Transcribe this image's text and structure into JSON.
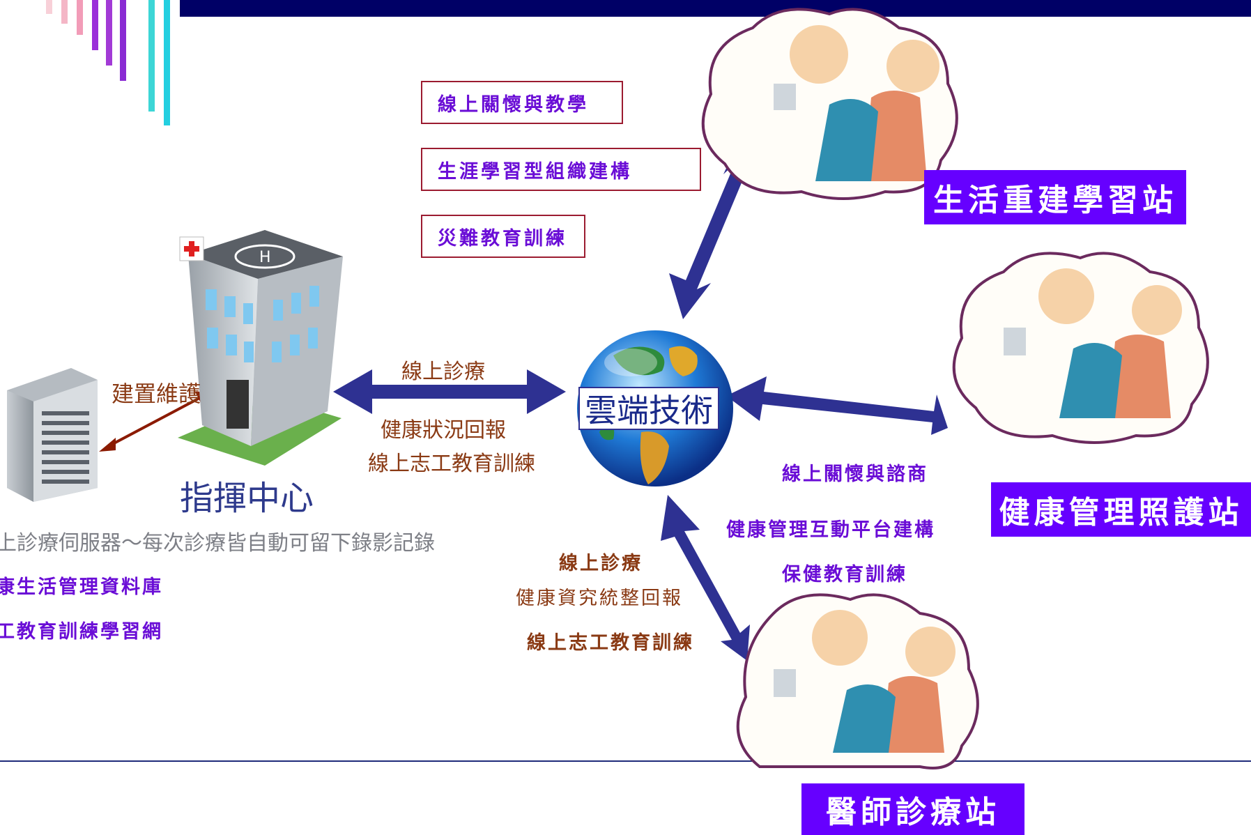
{
  "header": {
    "accent": "#000066"
  },
  "activities_top": [
    "線上關懷與教學",
    "生涯學習型組織建構",
    "災難教育訓練"
  ],
  "stations": {
    "top": "生活重建學習站",
    "right": "健康管理照護站",
    "bottom": "醫師診療站"
  },
  "center": {
    "cloud_label": "雲端技術",
    "command_center": "指揮中心"
  },
  "links": {
    "server_link": "建置維護",
    "left_top": "線上診療",
    "left_bottom_1": "健康狀況回報",
    "left_bottom_2": "線上志工教育訓練",
    "right_1": "線上關懷與諮商",
    "right_2": "健康管理互動平台建構",
    "right_3": "保健教育訓練",
    "bottom_1": "線上診療",
    "bottom_2": "健康資究統整回報",
    "bottom_3": "線上志工教育訓練"
  },
  "server_notes": {
    "line1": "上診療伺服器～每次診療皆自動可留下錄影記錄",
    "line2": "康生活管理資料庫",
    "line3": "工教育訓練學習網"
  },
  "colors": {
    "box_border": "#9b1b30",
    "station_bg": "#6600ff",
    "arrow": "#2e3192",
    "brown_arrow": "#8b1a00"
  }
}
